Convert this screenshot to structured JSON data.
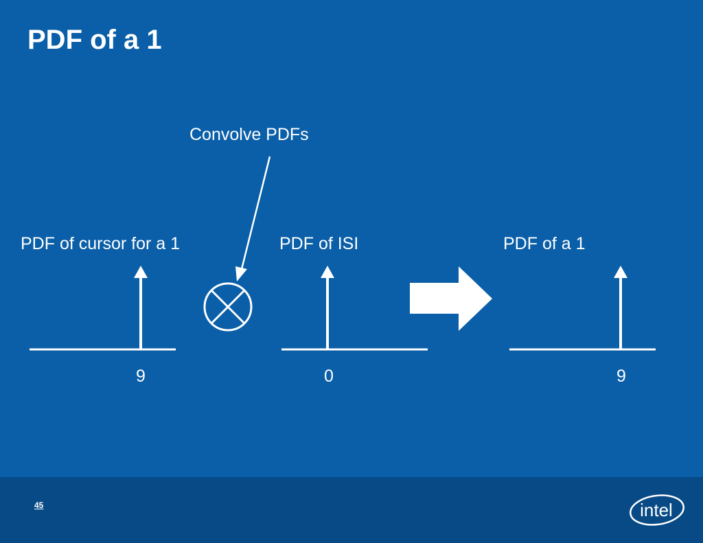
{
  "slide": {
    "title": "PDF of a 1"
  },
  "diagram": {
    "annotation": "Convolve PDFs",
    "panels": [
      {
        "label": "PDF of cursor for a 1",
        "tick": "9"
      },
      {
        "label": "PDF of ISI",
        "tick": "0"
      },
      {
        "label": "PDF of a 1",
        "tick": "9"
      }
    ],
    "operator_icon": "convolution-circle-x-icon",
    "result_arrow_icon": "block-right-arrow-icon"
  },
  "footer": {
    "page_number": "45",
    "logo_text": "intel"
  },
  "colors": {
    "background": "#0a5fa8",
    "footer_band": "#084a85",
    "foreground": "#ffffff"
  }
}
